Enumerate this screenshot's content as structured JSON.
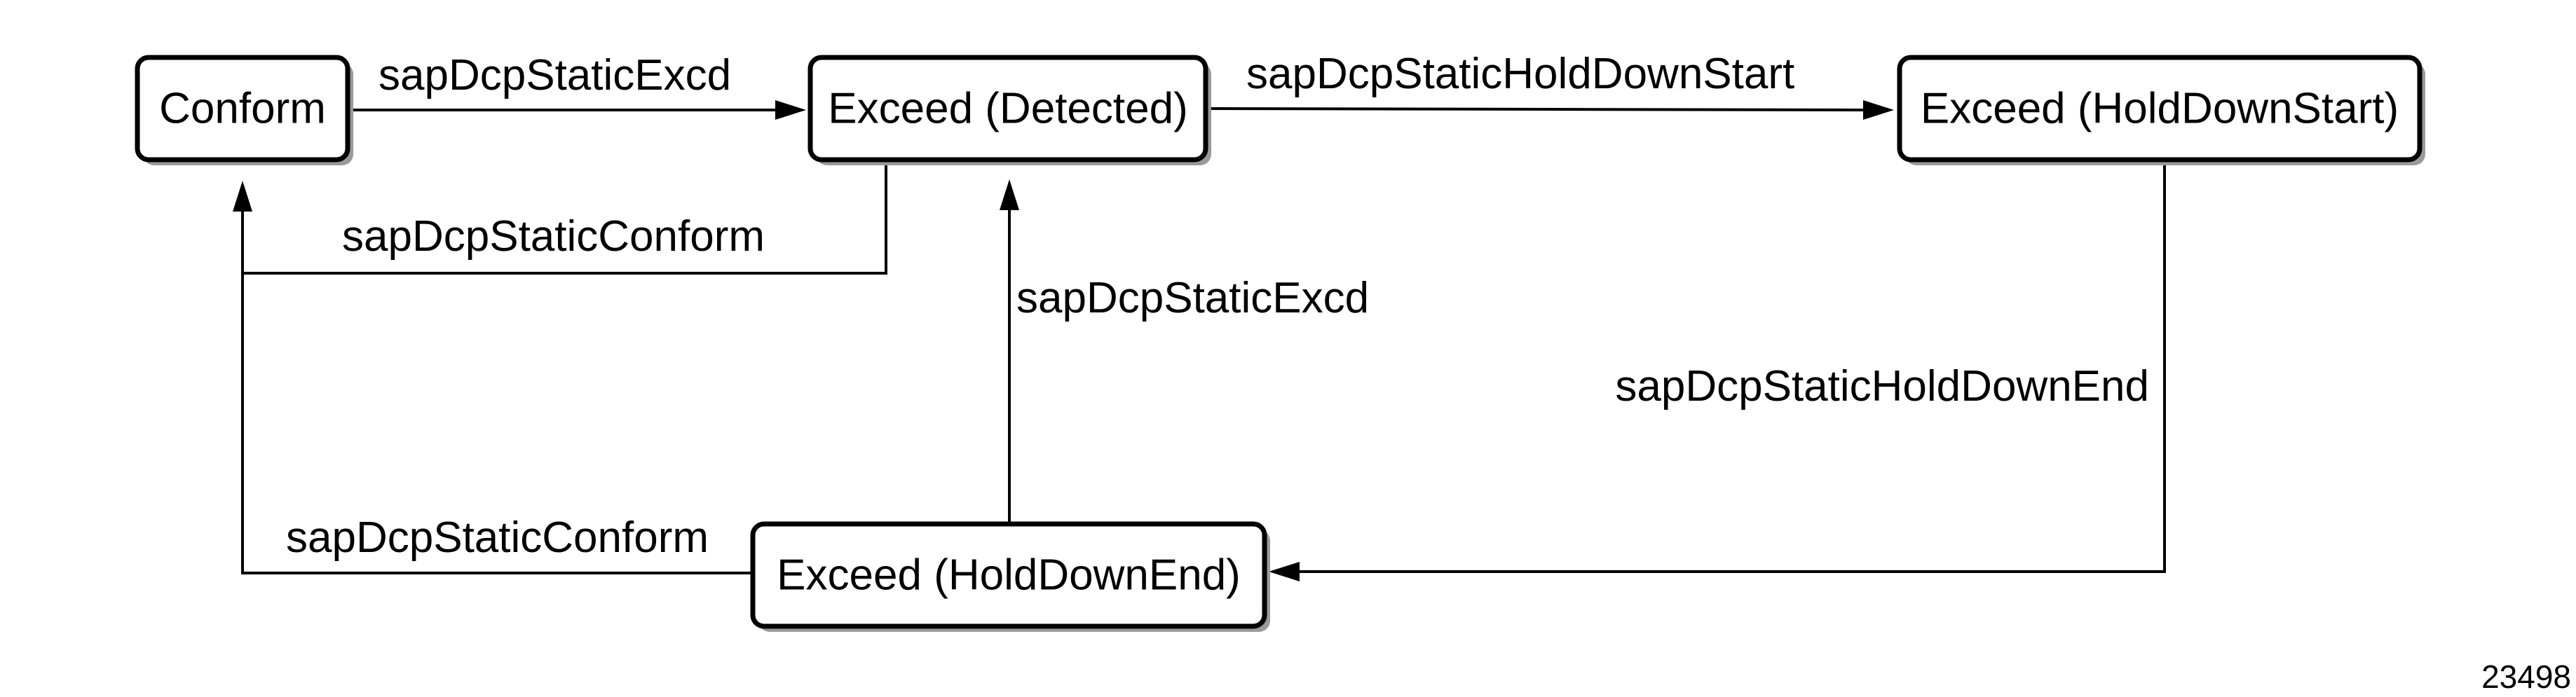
{
  "states": {
    "conform": "Conform",
    "exceed_detected": "Exceed (Detected)",
    "exceed_holddownstart": "Exceed (HoldDownStart)",
    "exceed_holddownend": "Exceed (HoldDownEnd)"
  },
  "transitions": {
    "conform_to_detected": "sapDcpStaticExcd",
    "detected_to_holddownstart": "sapDcpStaticHoldDownStart",
    "detected_to_conform": "sapDcpStaticConform",
    "holddownend_to_detected": "sapDcpStaticExcd",
    "holddownstart_to_holddownend": "sapDcpStaticHoldDownEnd",
    "holddownend_to_conform": "sapDcpStaticConform"
  },
  "figure_id": "23498"
}
